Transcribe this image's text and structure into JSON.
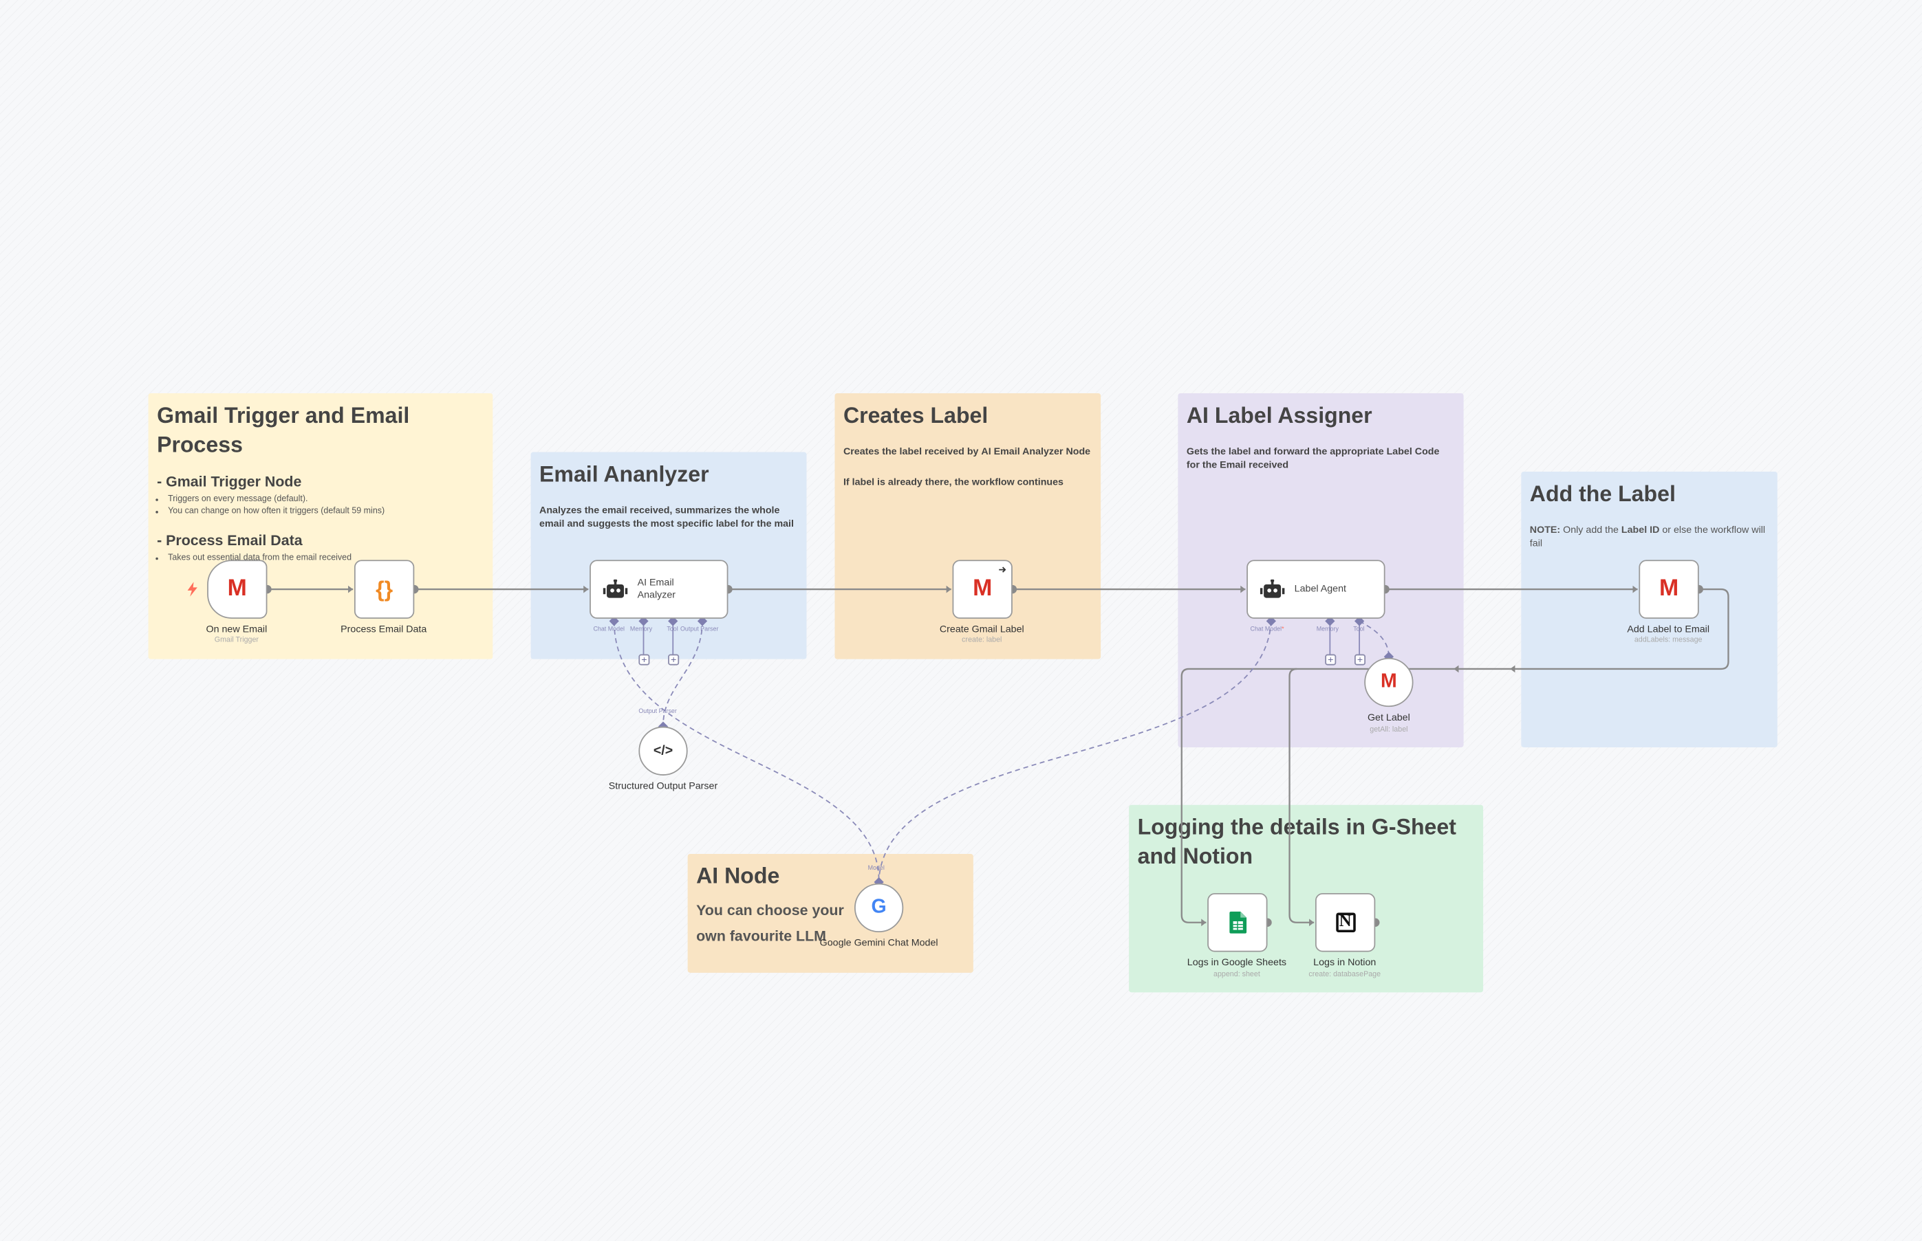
{
  "stickies": {
    "gmail_trigger": {
      "title": "Gmail Trigger and Email Process",
      "section1_heading": "- Gmail Trigger Node",
      "section1_bullets": [
        "Triggers on every message (default).",
        "You can change on how often it triggers (default 59 mins)"
      ],
      "section2_heading": "- Process Email Data",
      "section2_bullets": [
        "Takes out essential data from the email received"
      ]
    },
    "email_analyzer": {
      "title": "Email Ananlyzer",
      "text": "Analyzes the email received, summarizes the whole email and suggests the most specific label for the mail"
    },
    "creates_label": {
      "title": "Creates Label",
      "text_prefix": "Creates the label received by ",
      "text_bold": "AI Email Analyzer Node",
      "text2": "If label is already there, the workflow continues"
    },
    "ai_label_assigner": {
      "title": "AI Label Assigner",
      "text": "Gets the label and forward the appropriate Label Code for the Email received"
    },
    "add_the_label": {
      "title": "Add the Label",
      "note_bold": "NOTE:",
      "note_mid": " Only add the ",
      "note_bold2": "Label ID",
      "note_end": " or else the workflow will fail"
    },
    "ai_node": {
      "title": "AI Node",
      "text": "You can choose your own favourite LLM"
    },
    "logging": {
      "title": "Logging the details in G-Sheet and Notion"
    }
  },
  "nodes": {
    "on_new_email": {
      "label": "On new Email",
      "sub": "Gmail Trigger",
      "icon": "gmail-icon"
    },
    "process_email_data": {
      "label": "Process Email Data",
      "icon": "code-braces-icon"
    },
    "ai_email_analyzer": {
      "title": "AI Email Analyzer",
      "icon": "robot-icon",
      "ports": [
        "Chat Model",
        "Memory",
        "Tool",
        "Output Parser"
      ]
    },
    "structured_output_parser": {
      "label": "Structured Output Parser",
      "port": "Output Parser",
      "icon": "code-tag-icon"
    },
    "google_gemini": {
      "label": "Google Gemini Chat Model",
      "port": "Model",
      "icon": "google-icon"
    },
    "create_gmail_label": {
      "label": "Create Gmail Label",
      "sub": "create: label",
      "icon": "gmail-icon"
    },
    "label_agent": {
      "title": "Label Agent",
      "icon": "robot-icon",
      "ports": [
        "Chat Model",
        "Memory",
        "Tool"
      ]
    },
    "get_label": {
      "label": "Get Label",
      "sub": "getAll: label",
      "icon": "gmail-icon"
    },
    "add_label_to_email": {
      "label": "Add Label to Email",
      "sub": "addLabels: message",
      "icon": "gmail-icon"
    },
    "logs_google_sheets": {
      "label": "Logs in Google Sheets",
      "sub": "append: sheet",
      "icon": "google-sheets-icon"
    },
    "logs_notion": {
      "label": "Logs in Notion",
      "sub": "create: databasePage",
      "icon": "notion-icon"
    }
  },
  "glyphs": {
    "brace": "{}",
    "code": "</>",
    "notion": "N",
    "gmail": "M",
    "google": "G",
    "plus": "+",
    "asterisk": "*"
  },
  "colors": {
    "wire": "#8a8a8a",
    "ai_wire": "#8a8ab8",
    "trigger_bolt": "#ff6d5a"
  }
}
